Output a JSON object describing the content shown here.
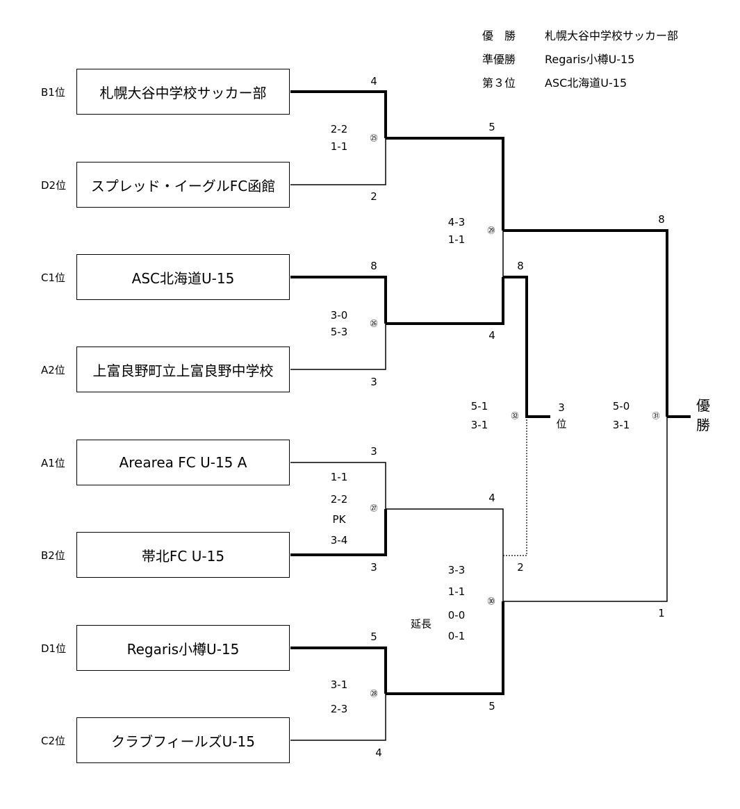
{
  "results": [
    {
      "rank": "優　勝",
      "team": "札幌大谷中学校サッカー部"
    },
    {
      "rank": "準優勝",
      "team": "Regaris小樽U-15"
    },
    {
      "rank": "第３位",
      "team": "ASC北海道U-15"
    }
  ],
  "teams": [
    {
      "seed": "B1位",
      "name": "札幌大谷中学校サッカー部"
    },
    {
      "seed": "D2位",
      "name": "スプレッド・イーグルFC函館"
    },
    {
      "seed": "C1位",
      "name": "ASC北海道U-15"
    },
    {
      "seed": "A2位",
      "name": "上富良野町立上富良野中学校"
    },
    {
      "seed": "A1位",
      "name": "Arearea FC U-15 A"
    },
    {
      "seed": "B2位",
      "name": "帯北FC U-15"
    },
    {
      "seed": "D1位",
      "name": "Regaris小樽U-15"
    },
    {
      "seed": "C2位",
      "name": "クラブフィールズU-15"
    }
  ],
  "match_numbers": [
    "㉕",
    "㉖",
    "㉗",
    "㉘",
    "㉙",
    "㉚",
    "㉛",
    "㉜"
  ],
  "r1_scores": [
    {
      "top": "4",
      "bottom": "2",
      "halves": [
        "2-2",
        "1-1"
      ]
    },
    {
      "top": "8",
      "bottom": "3",
      "halves": [
        "3-0",
        "5-3"
      ]
    },
    {
      "top": "3",
      "bottom": "3",
      "halves": [
        "1-1",
        "2-2",
        "PK",
        "3-4"
      ]
    },
    {
      "top": "5",
      "bottom": "4",
      "halves": [
        "3-1",
        "2-3"
      ]
    }
  ],
  "semi_scores": [
    {
      "top": "5",
      "bottom": "4",
      "halves": [
        "4-3",
        "1-1"
      ]
    },
    {
      "top": "4",
      "bottom": "5",
      "halves": [
        "3-3",
        "1-1",
        "0-0",
        "0-1"
      ],
      "extra_label": "延長"
    }
  ],
  "final": {
    "top": "8",
    "bottom": "1",
    "halves": [
      "5-0",
      "3-1"
    ],
    "label_chars": [
      "優",
      "勝"
    ]
  },
  "third_place": {
    "top": "8",
    "bottom": "2",
    "halves": [
      "5-1",
      "3-1"
    ],
    "label_chars": [
      "3",
      "位"
    ]
  }
}
